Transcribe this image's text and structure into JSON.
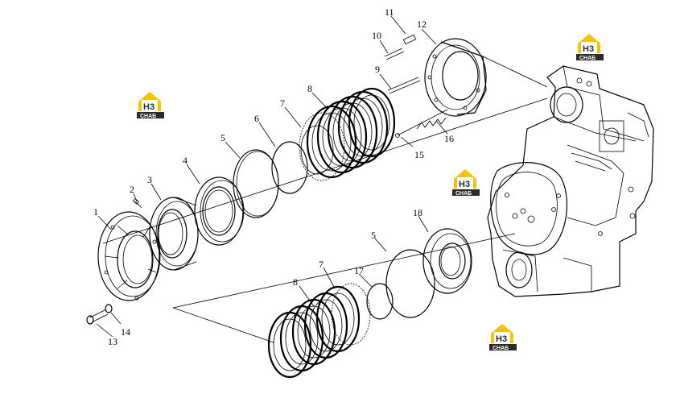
{
  "callouts": {
    "c1": "1",
    "c2": "2",
    "c3": "3",
    "c4": "4",
    "c5a": "5",
    "c5b": "5",
    "c6": "6",
    "c7a": "7",
    "c7b": "7",
    "c8a": "8",
    "c8b": "8",
    "c9": "9",
    "c10": "10",
    "c11": "11",
    "c12": "12",
    "c13": "13",
    "c14": "14",
    "c15": "15",
    "c16": "16",
    "c17": "17",
    "c18": "18"
  },
  "watermark": {
    "letters": "H3",
    "caption": "СНАБ"
  },
  "colors": {
    "ink": "#000000",
    "paper": "#ffffff",
    "logo_yellow": "#f5c400",
    "logo_dark": "#2b2b2b"
  }
}
